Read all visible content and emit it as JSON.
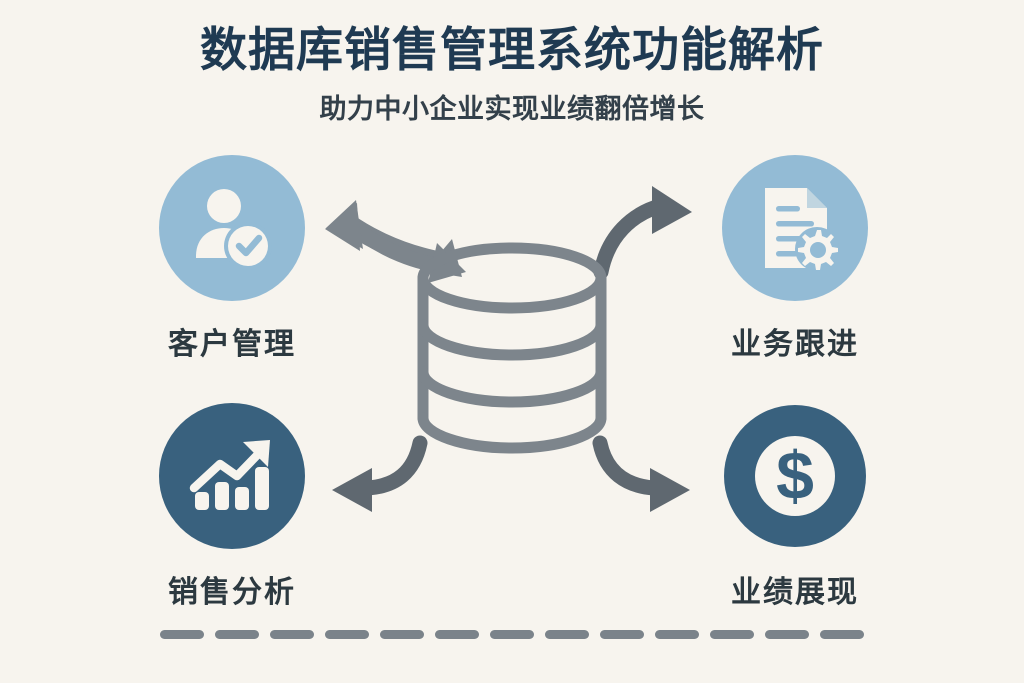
{
  "header": {
    "title": "数据库销售管理系统功能解析",
    "subtitle": "助力中小企业实现业绩翻倍增长"
  },
  "center": {
    "icon": "database-cylinder-icon",
    "color": "#7D858C"
  },
  "nodes": [
    {
      "id": "customer-management",
      "label": "客户管理",
      "icon": "user-check-icon",
      "circle_color": "#93BBD5",
      "icon_color": "#F7F4EE",
      "position": "top-left"
    },
    {
      "id": "business-follow-up",
      "label": "业务跟进",
      "icon": "document-gear-icon",
      "circle_color": "#93BBD5",
      "icon_color": "#F7F4EE",
      "position": "top-right"
    },
    {
      "id": "sales-analysis",
      "label": "销售分析",
      "icon": "bar-chart-trend-up-icon",
      "circle_color": "#39617E",
      "icon_color": "#F7F4EE",
      "position": "bottom-left"
    },
    {
      "id": "performance-display",
      "label": "业绩展现",
      "icon": "dollar-ring-icon",
      "circle_color": "#39617E",
      "icon_color": "#F7F4EE",
      "position": "bottom-right"
    }
  ],
  "arrows": [
    {
      "id": "arrow-top-left",
      "icon": "double-headed-curved-arrow-icon",
      "heads": 2,
      "direction": "bidirectional",
      "color": "#7D858C"
    },
    {
      "id": "arrow-top-right",
      "icon": "curved-arrow-up-right-icon",
      "heads": 1,
      "direction": "to-business-follow-up",
      "color": "#5F6870"
    },
    {
      "id": "arrow-bottom-left",
      "icon": "curved-arrow-left-icon",
      "heads": 1,
      "direction": "to-sales-analysis",
      "color": "#5F6870"
    },
    {
      "id": "arrow-bottom-right",
      "icon": "curved-arrow-down-right-icon",
      "heads": 1,
      "direction": "to-performance-display",
      "color": "#5F6870"
    }
  ],
  "divider": {
    "dash_count": 13,
    "color": "#7B838A"
  },
  "colors": {
    "background": "#F7F4EE",
    "title": "#1F3A52",
    "subtitle": "#33404A",
    "label": "#2C3940",
    "light_blue": "#93BBD5",
    "dark_blue": "#39617E",
    "gray": "#7D858C"
  }
}
